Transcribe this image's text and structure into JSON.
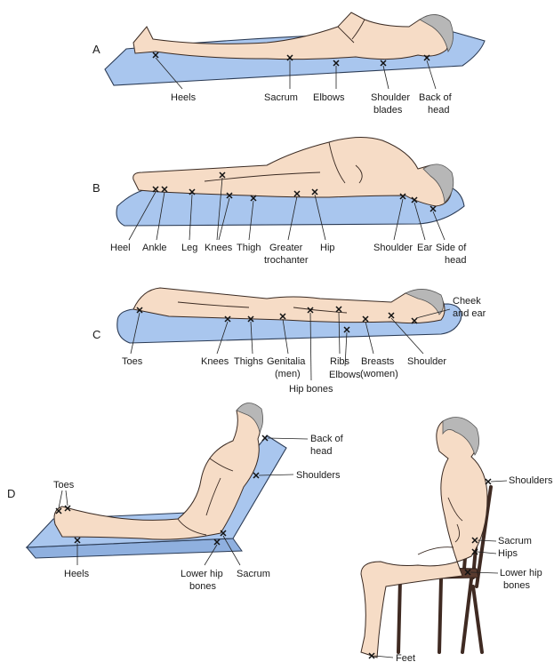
{
  "sections": {
    "a": {
      "letter": "A",
      "labels": [
        "Heels",
        "Sacrum",
        "Elbows",
        "Shoulder",
        "blades",
        "Back of",
        "head"
      ]
    },
    "b": {
      "letter": "B",
      "labels": [
        "Heel",
        "Ankle",
        "Leg",
        "Knees",
        "Thigh",
        "Greater",
        "trochanter",
        "Hip",
        "Shoulder",
        "Ear",
        "Side of",
        "head"
      ]
    },
    "c": {
      "letter": "C",
      "labels": [
        "Toes",
        "Knees",
        "Thighs",
        "Genitalia",
        "(men)",
        "Hip bones",
        "Ribs",
        "Elbows",
        "Breasts",
        "(women)",
        "Shoulder",
        "Cheek",
        "and ear"
      ]
    },
    "d": {
      "letter": "D",
      "labels": [
        "Toes",
        "Heels",
        "Lower hip",
        "bones",
        "Sacrum",
        "Shoulders",
        "Back of",
        "head"
      ]
    },
    "e": {
      "labels": [
        "Shoulders",
        "Sacrum",
        "Hips",
        "Lower hip",
        "bones",
        "Feet"
      ]
    }
  },
  "colors": {
    "mattress": "#a9c6ee",
    "skin": "#f6dcc6",
    "hair": "#b7b7b7",
    "chair": "#5a3b2f"
  }
}
